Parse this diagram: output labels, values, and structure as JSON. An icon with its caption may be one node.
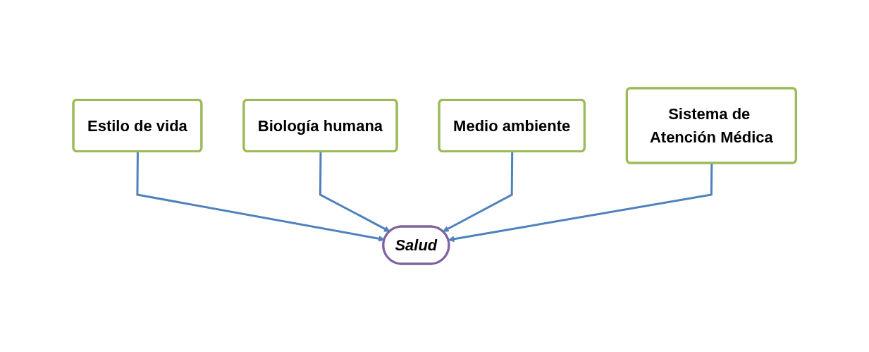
{
  "diagram": {
    "nodes": [
      {
        "text": [
          "Estilo de vida"
        ]
      },
      {
        "text": [
          "Biología humana"
        ]
      },
      {
        "text": [
          "Medio ambiente"
        ]
      },
      {
        "text": [
          "Salud"
        ]
      },
      {
        "text": [
          "Sistema de Atención Médica"
        ]
      }
    ],
    "edges": [
      {
        "from": 0,
        "to": 3,
        "arrow": "to"
      },
      {
        "from": 1,
        "to": 3,
        "arrow": "to"
      },
      {
        "from": 2,
        "to": 3,
        "arrow": "to"
      },
      {
        "from": 4,
        "to": 3,
        "arrow": "to"
      }
    ]
  }
}
